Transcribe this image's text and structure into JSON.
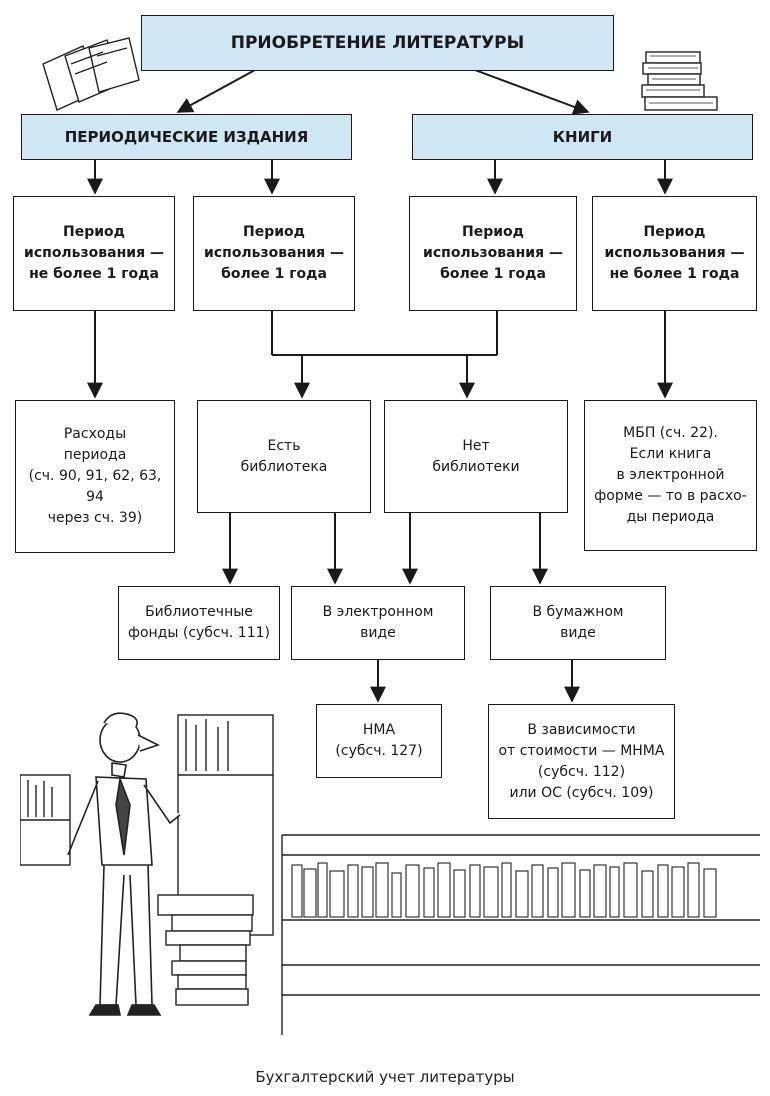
{
  "diagram": {
    "title": "ПРИОБРЕТЕНИЕ ЛИТЕРАТУРЫ",
    "periodicals": "ПЕРИОДИЧЕСКИЕ ИЗДАНИЯ",
    "books": "КНИГИ",
    "period_le_1_a": "Период\nиспользования —\nне более 1 года",
    "period_gt_1_a": "Период\nиспользования —\nболее 1 года",
    "period_gt_1_b": "Период\nиспользования —\nболее 1 года",
    "period_le_1_b": "Период\nиспользования —\nне более 1 года",
    "expenses": "Расходы\nпериода\n(сч. 90, 91, 62, 63, 94\nчерез сч. 39)",
    "has_library": "Есть\nбиблиотека",
    "no_library": "Нет\nбиблиотеки",
    "mbp": "МБП (сч. 22).\nЕсли книга\nв электронной\nформе — то в расхо-\nды периода",
    "library_funds": "Библиотечные\nфонды (субсч. 111)",
    "electronic": "В электронном\nвиде",
    "paper": "В бумажном\nвиде",
    "nma": "НМА\n(субсч. 127)",
    "depends": "В зависимости\nот стоимости — МНМА\n(субсч. 112)\nили ОС (субсч. 109)"
  },
  "caption": "Бухгалтерский учет литературы"
}
